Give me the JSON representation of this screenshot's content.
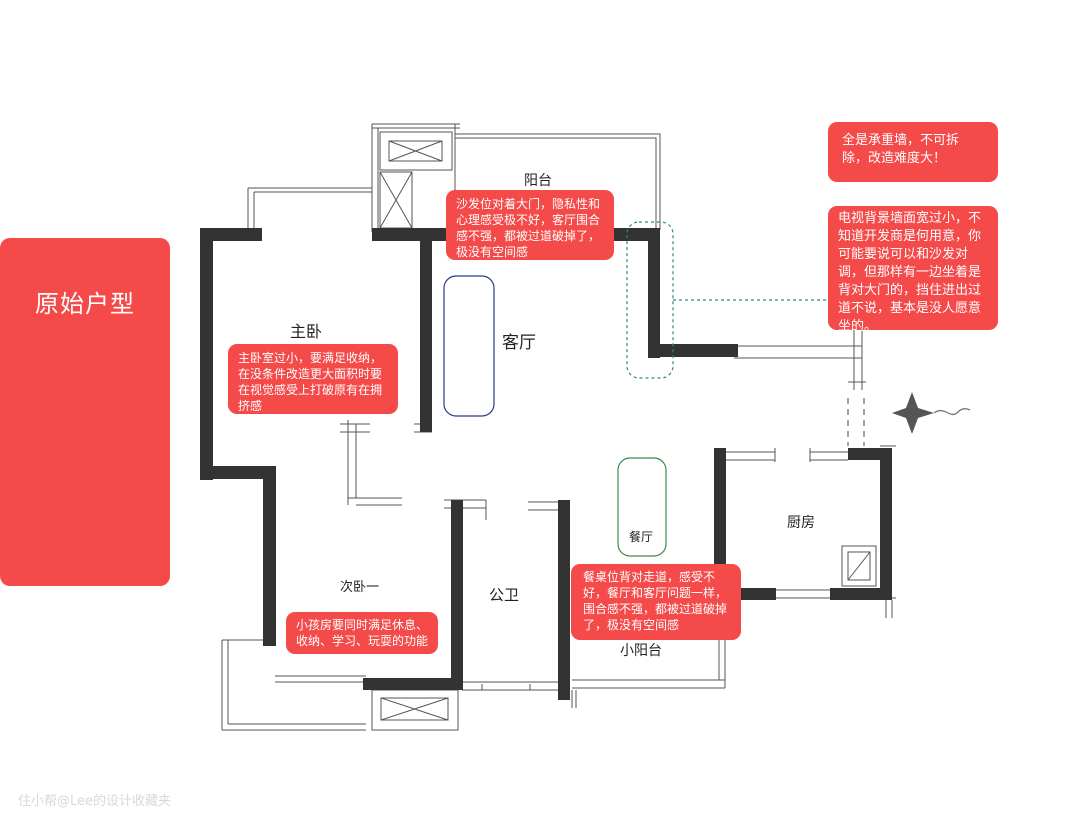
{
  "panel": {
    "title": "原始户型"
  },
  "rooms": {
    "balcony": "阳台",
    "master_bedroom": "主卧",
    "living_room": "客厅",
    "second_bedroom": "次卧一",
    "public_bathroom": "公卫",
    "dining": "餐厅",
    "kitchen": "厨房",
    "small_balcony": "小阳台"
  },
  "notes": {
    "sofa": "沙发位对着大门，隐私性和心理感受极不好，客厅围合感不强，都被过道破掉了，极没有空间感",
    "master": "主卧室过小，要满足收纳，在没条件改造更大面积时要在视觉感受上打破原有在拥挤感",
    "bearing_wall": "全是承重墙，不可拆除，改造难度大！",
    "tv_wall": "电视背景墙面宽过小，不知道开发商是何用意，你可能要说可以和沙发对调，但那样有一边坐着是背对大门的，挡住进出过道不说，基本是没人愿意坐的。",
    "dining_table": "餐桌位背对走道，感受不好，餐厅和客厅问题一样，围合感不强，都被过道破掉了，极没有空间感",
    "kids_room": "小孩房要同时满足休息、收纳、学习、玩耍的功能"
  },
  "watermark": "住小帮@Lee的设计收藏夹",
  "colors": {
    "accent": "#f44a4a",
    "wall": "#333333",
    "sofa_outline": "#2b3a8c",
    "table_outline": "#3c8a4a",
    "tv_outline": "#2a8a8a"
  }
}
